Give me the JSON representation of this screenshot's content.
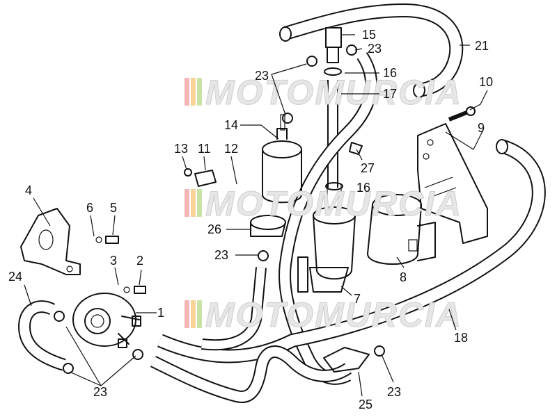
{
  "watermark": {
    "text": "MOTOMURCIA",
    "stripe_colors": [
      "#f4b6b6",
      "#f7d59a",
      "#c9e3a6",
      "#a9cfe9"
    ]
  },
  "callouts": {
    "n1": "1",
    "n2": "2",
    "n3": "3",
    "n4": "4",
    "n5": "5",
    "n6": "6",
    "n7": "7",
    "n8": "8",
    "n9": "9",
    "n10": "10",
    "n11": "11",
    "n12": "12",
    "n13": "13",
    "n14": "14",
    "n15": "15",
    "n16a": "16",
    "n16b": "16",
    "n17": "17",
    "n18": "18",
    "n21": "21",
    "n23a": "23",
    "n23b": "23",
    "n23c": "23",
    "n23d": "23",
    "n23e": "23",
    "n24": "24",
    "n25": "25",
    "n26": "26",
    "n27": "27"
  }
}
